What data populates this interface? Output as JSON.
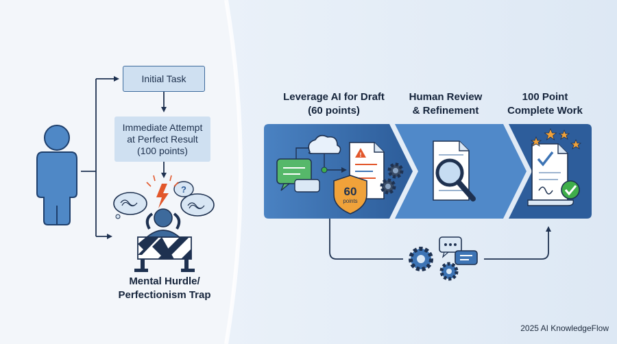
{
  "left": {
    "initial_task": "Initial Task",
    "attempt_line1": "Immediate Attempt",
    "attempt_line2": "at Perfect Result",
    "attempt_line3": "(100 points)",
    "trap_line1": "Mental Hurdle/",
    "trap_line2": "Perfectionism Trap"
  },
  "pipeline": {
    "stage1_line1": "Leverage AI for Draft",
    "stage1_line2": "(60 points)",
    "stage2_line1": "Human Review",
    "stage2_line2": "& Refinement",
    "stage3_line1": "100 Point",
    "stage3_line2": "Complete Work",
    "badge_number": "60",
    "badge_unit": "points"
  },
  "footer": {
    "watermark": "2025 AI KnowledgeFlow"
  },
  "colors": {
    "accent_blue": "#3d74b5",
    "dark_blue": "#2a5a97",
    "light_blue": "#cfe0f1",
    "badge_orange": "#f0a23a",
    "check_green": "#3fae4a",
    "star_orange": "#f0a23a"
  }
}
